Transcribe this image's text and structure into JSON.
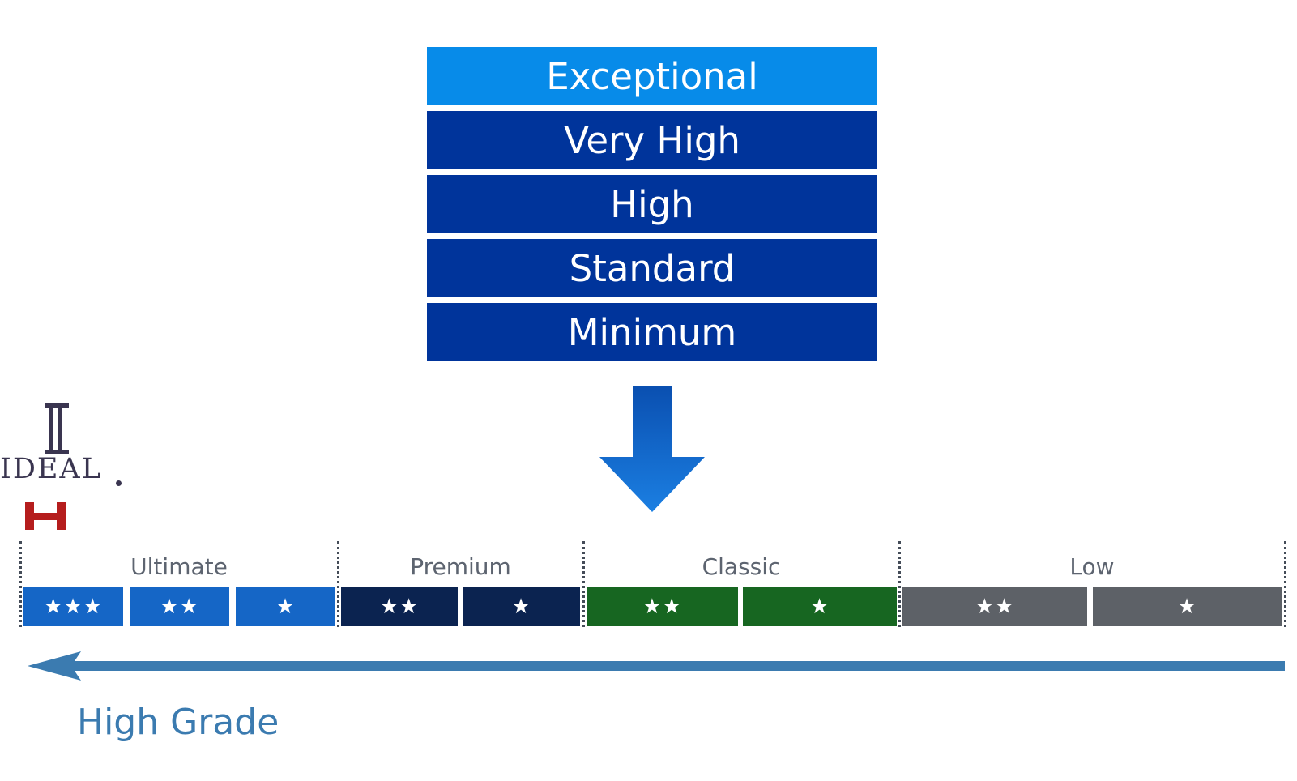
{
  "grades": [
    {
      "label": "Exceptional",
      "color": "#078be9"
    },
    {
      "label": "Very High",
      "color": "#00349b"
    },
    {
      "label": "High",
      "color": "#00349b"
    },
    {
      "label": "Standard",
      "color": "#00349b"
    },
    {
      "label": "Minimum",
      "color": "#00349b"
    }
  ],
  "logo": {
    "text": "IDEAL",
    "emblem_icon": "roman-numeral-one-icon",
    "mark_icon": "red-h-mark-icon"
  },
  "scale": {
    "tiers": [
      {
        "name": "Ultimate",
        "color": "#1566c6",
        "ratings": [
          "★★★",
          "★★",
          "★"
        ]
      },
      {
        "name": "Premium",
        "color": "#0b2350",
        "ratings": [
          "★★",
          "★"
        ]
      },
      {
        "name": "Classic",
        "color": "#176621",
        "ratings": [
          "★★",
          "★"
        ]
      },
      {
        "name": "Low",
        "color": "#5d6167",
        "ratings": [
          "★★",
          "★"
        ]
      }
    ]
  },
  "direction": {
    "label": "High Grade",
    "arrow_icon": "left-arrow-icon",
    "color": "#3b7bb0"
  },
  "connector_icon": "down-arrow-icon"
}
